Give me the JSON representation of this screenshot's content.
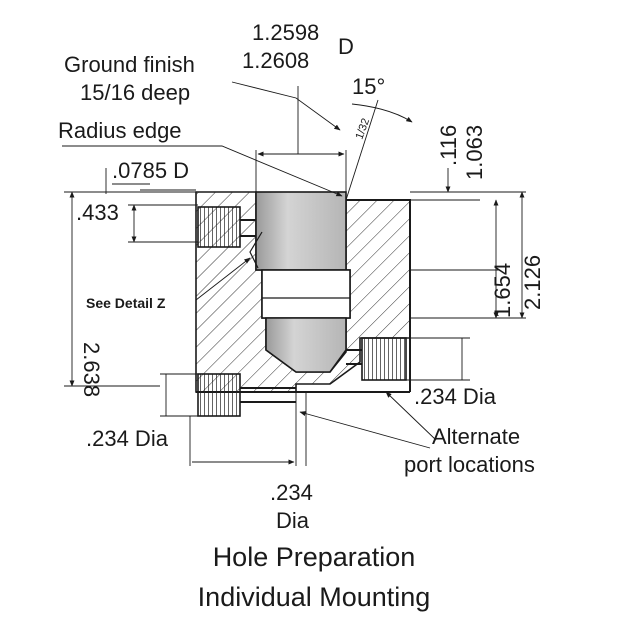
{
  "labels": {
    "bore_upper": "1.2598",
    "bore_lower": "1.2608",
    "bore_suffix": "D",
    "ground_finish": "Ground finish",
    "depth": "15/16 deep",
    "angle": "15°",
    "angle_small": "1/32",
    "radius_edge": "Radius edge",
    "small_bore": ".0785 D",
    "dim_433": ".433",
    "dim_2638": "2.638",
    "see_detail": "See Detail Z",
    "dim_116": ".116",
    "dim_1063": "1.063",
    "dim_1654": "1.654",
    "dim_2126": "2.126",
    "right_port_dia": ".234 Dia",
    "left_port_dia": ".234 Dia",
    "alt_line1": "Alternate",
    "alt_line2": "port locations",
    "bottom_dim": ".234",
    "bottom_dia": "Dia"
  },
  "caption": {
    "line1": "Hole Preparation",
    "line2": "Individual Mounting"
  }
}
